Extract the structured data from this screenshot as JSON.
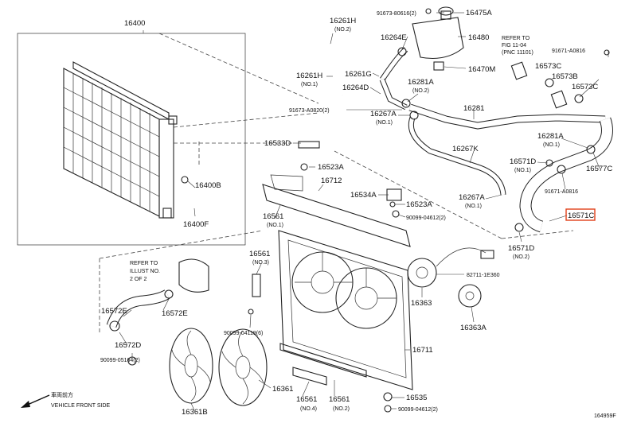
{
  "labels": {
    "p16400": "16400",
    "p16261H_top": "16261H",
    "p16261H_top_sub": "(NO.2)",
    "p91673_80616": "91673-80616(2)",
    "p16475A": "16475A",
    "p16264E": "16264E",
    "p16480": "16480",
    "p16470M": "16470M",
    "p16261H_left": "16261H",
    "p16261H_left_sub": "(NO.1)",
    "p16261G": "16261G",
    "p16264D": "16264D",
    "p16281A_top": "16281A",
    "p16281A_top_sub": "(NO.2)",
    "p91673_A0820": "91673-A0820(2)",
    "p16281": "16281",
    "p16267A_top": "16267A",
    "p16267A_top_sub": "(NO.1)",
    "p16533D": "16533D",
    "p16267K": "16267K",
    "p16281A_right": "16281A",
    "p16281A_right_sub": "(NO.1)",
    "refer_fig_1": "REFER TO",
    "refer_fig_2": "FIG 11-04",
    "refer_fig_3": "(PNC 11101)",
    "p91671_A0816_top": "91671-A0816",
    "p16573C_top": "16573C",
    "p16573B": "16573B",
    "p16573C_right": "16573C",
    "p16577C": "16577C",
    "p16571D_top": "16571D",
    "p16571D_top_sub": "(NO.1)",
    "p91671_A0816_mid": "91671-A0816",
    "p16267A_mid": "16267A",
    "p16267A_mid_sub": "(NO.1)",
    "p16571C": "16571C",
    "p16523A_top": "16523A",
    "p16712": "16712",
    "p16534A": "16534A",
    "p16523A_mid": "16523A",
    "p90099_04612_top": "90099-04612(2)",
    "p16561_left": "16561",
    "p16561_left_sub": "(NO.1)",
    "p16571D_bot": "16571D",
    "p16571D_bot_sub": "(NO.2)",
    "p16400B": "16400B",
    "p16400F": "16400F",
    "refer_illust_1": "REFER TO",
    "refer_illust_2": "ILLUST NO.",
    "refer_illust_3": "2 OF 2",
    "p16561_no3": "16561",
    "p16561_no3_sub": "(NO.3)",
    "p82711_1E360": "82711-1E360",
    "p16572E_left": "16572E",
    "p16572E_right": "16572E",
    "p16363": "16363",
    "p16363A": "16363A",
    "p16572D": "16572D",
    "p90099_04119": "90099-04119(6)",
    "p16711": "16711",
    "p90099_05164": "90099-05164(2)",
    "p16361": "16361",
    "p16561_no4": "16561",
    "p16561_no4_sub": "(NO.4)",
    "p16561_no2": "16561",
    "p16561_no2_sub": "(NO.2)",
    "p16535": "16535",
    "p90099_04612_bot": "90099-04612(2)",
    "p16361B": "16361B",
    "front_jp": "車両前方",
    "front_en": "VEHICLE FRONT SIDE",
    "catalog_no": "164959F"
  },
  "colors": {
    "line": "#222222",
    "highlight_box": "#e0401a",
    "background": "#ffffff"
  },
  "highlighted_part": "16571C",
  "icons": [
    "front-arrow-icon"
  ]
}
